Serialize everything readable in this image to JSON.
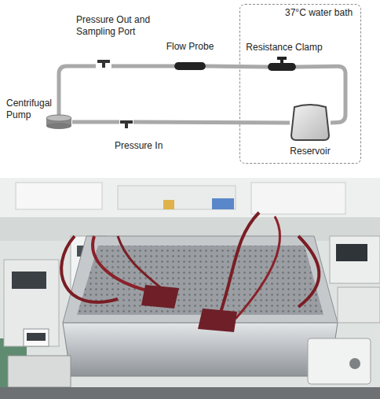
{
  "diagram": {
    "nodes": [
      {
        "text": [
          "Pressure Out and Sampling Port"
        ]
      },
      {
        "text": [
          "Flow Probe"
        ]
      },
      {
        "text": [
          "37°C water bath"
        ]
      },
      {
        "text": [
          "Resistance Clamp"
        ],
        "in": 2
      },
      {
        "text": [
          "Reservoir"
        ],
        "in": 2
      },
      {
        "text": [
          "Centrifugal Pump"
        ]
      },
      {
        "text": [
          "Pressure In"
        ]
      }
    ],
    "edges": [
      {
        "from": 5,
        "to": 0,
        "arrow": "none"
      },
      {
        "from": 0,
        "to": 1,
        "arrow": "none"
      },
      {
        "from": 1,
        "to": 3,
        "arrow": "none"
      },
      {
        "from": 3,
        "to": 4,
        "arrow": "none"
      },
      {
        "from": 4,
        "to": 6,
        "arrow": "none"
      },
      {
        "from": 6,
        "to": 5,
        "arrow": "none"
      }
    ]
  }
}
